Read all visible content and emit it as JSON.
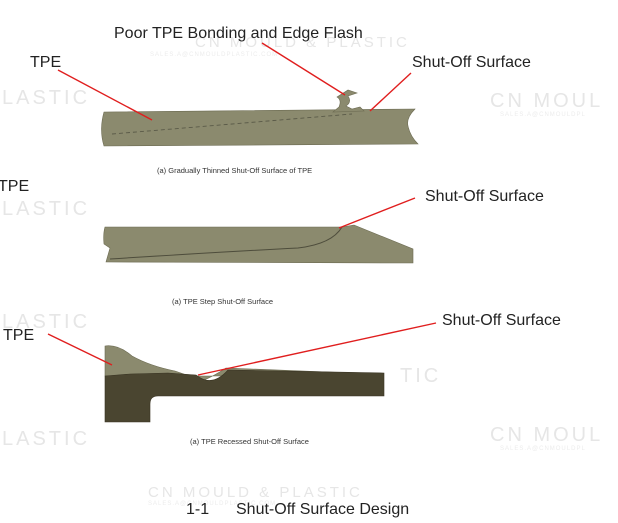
{
  "watermark": {
    "brand": "CN MOULD & PLASTIC",
    "fragment_right": "CN MOUL",
    "fragment_left": "LASTIC",
    "fragment_mid": "TIC",
    "email": "SALES.A@CNMOULDPLASTIC.COM",
    "email_short": "SALES.A@CNMOULDPL"
  },
  "colors": {
    "tpe_part": "#8b8a6e",
    "tpe_edge": "#6c6b52",
    "substrate": "#4a4530",
    "leader": "#e01e1e"
  },
  "panel_a": {
    "callout_defect": "Poor TPE Bonding and Edge Flash",
    "callout_tpe": "TPE",
    "callout_shutoff": "Shut-Off Surface",
    "caption": "(a)  Gradually Thinned Shut-Off Surface of TPE"
  },
  "panel_b": {
    "callout_tpe": "TPE",
    "callout_shutoff": "Shut-Off Surface",
    "caption": "(a)  TPE Step Shut-Off Surface"
  },
  "panel_c": {
    "callout_tpe": "TPE",
    "callout_shutoff": "Shut-Off Surface",
    "caption": "(a)  TPE Recessed Shut-Off Surface"
  },
  "figure": {
    "number": "1-1",
    "title": "Shut-Off Surface Design"
  }
}
